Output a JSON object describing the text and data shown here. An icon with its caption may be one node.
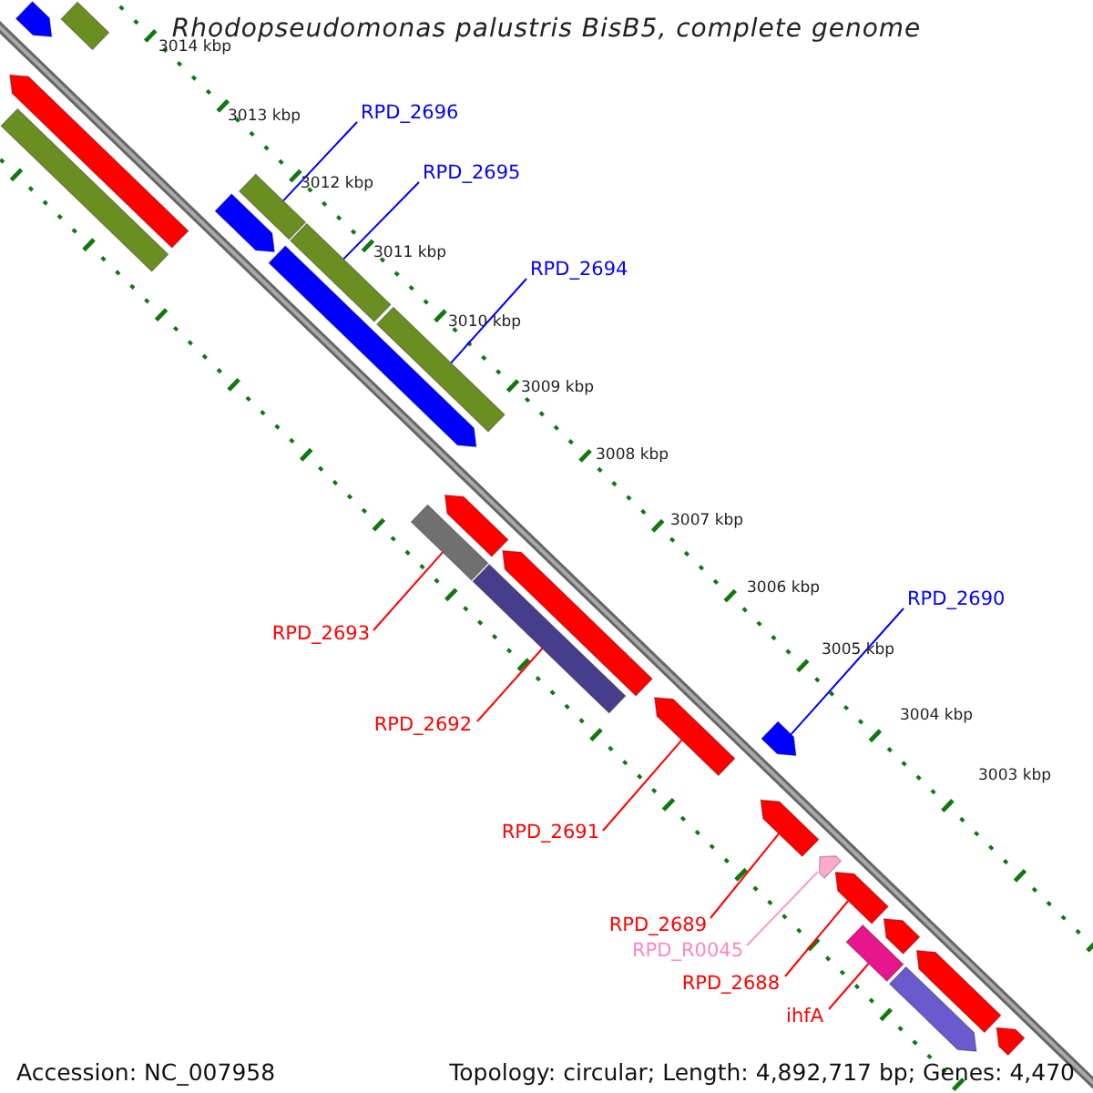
{
  "diagram": {
    "title": "Rhodopseudomonas palustris BisB5, complete genome",
    "nodes": [
      {
        "text": [
          "RPD_2696"
        ]
      },
      {
        "text": [
          "RPD_2695"
        ]
      },
      {
        "text": [
          "RPD_2694"
        ]
      },
      {
        "text": [
          "RPD_2690"
        ]
      },
      {
        "text": [
          "RPD_2693"
        ]
      },
      {
        "text": [
          "RPD_2692"
        ]
      },
      {
        "text": [
          "RPD_2691"
        ]
      },
      {
        "text": [
          "RPD_2689"
        ]
      },
      {
        "text": [
          "RPD_R0045"
        ]
      },
      {
        "text": [
          "RPD_2688"
        ]
      },
      {
        "text": [
          "ihfA"
        ]
      },
      {
        "text": [],
        "shape": "arrow"
      },
      {
        "text": [],
        "shape": "arrow"
      },
      {
        "text": [],
        "shape": "arrow"
      },
      {
        "text": [],
        "shape": "arrow"
      },
      {
        "text": [],
        "shape": "arrow"
      },
      {
        "text": [],
        "shape": "arrow"
      },
      {
        "text": [],
        "shape": "arrow"
      },
      {
        "text": [],
        "shape": "arrow"
      },
      {
        "text": [],
        "shape": "arrow"
      },
      {
        "text": [],
        "shape": "arrow"
      },
      {
        "text": [],
        "shape": "arrow"
      },
      {
        "text": [],
        "shape": "arrow"
      },
      {
        "text": [],
        "shape": "arrow"
      },
      {
        "text": [],
        "shape": "arrow"
      },
      {
        "text": [],
        "shape": "arrow"
      },
      {
        "text": [],
        "shape": "arrow"
      },
      {
        "text": [],
        "shape": "arrow"
      },
      {
        "text": [],
        "shape": "arrow"
      },
      {
        "text": [],
        "shape": "arrow"
      },
      {
        "text": [],
        "shape": "arrow"
      },
      {
        "text": [],
        "shape": "arrow"
      },
      {
        "text": [],
        "shape": "arrow"
      },
      {
        "text": [],
        "shape": "arrow"
      }
    ],
    "edges": [
      {
        "from": 0,
        "to": 16,
        "arrow": "none",
        "color": "#0000ff"
      },
      {
        "from": 1,
        "to": 17,
        "arrow": "none",
        "color": "#0000ff"
      },
      {
        "from": 2,
        "to": 19,
        "arrow": "none",
        "color": "#0000ff"
      },
      {
        "from": 3,
        "to": 25,
        "arrow": "none",
        "color": "#0000ff"
      },
      {
        "from": 4,
        "to": 20,
        "arrow": "none"
      },
      {
        "from": 5,
        "to": 22,
        "arrow": "none"
      },
      {
        "from": 6,
        "to": 24,
        "arrow": "none"
      },
      {
        "from": 7,
        "to": 26,
        "arrow": "none"
      },
      {
        "from": 8,
        "to": 27,
        "arrow": "none",
        "color": "#ff99cc"
      },
      {
        "from": 9,
        "to": 28,
        "arrow": "none"
      },
      {
        "from": 10,
        "to": 29,
        "arrow": "none"
      }
    ],
    "labels": [
      "3014 kbp",
      "3013 kbp",
      "3012 kbp",
      "3011 kbp",
      "3010 kbp",
      "3009 kbp",
      "3008 kbp",
      "3007 kbp",
      "3006 kbp",
      "3005 kbp",
      "3004 kbp",
      "3003 kbp",
      "Accession: NC_007958",
      "Topology: circular; Length: 4,892,717 bp; Genes: 4,470"
    ]
  }
}
